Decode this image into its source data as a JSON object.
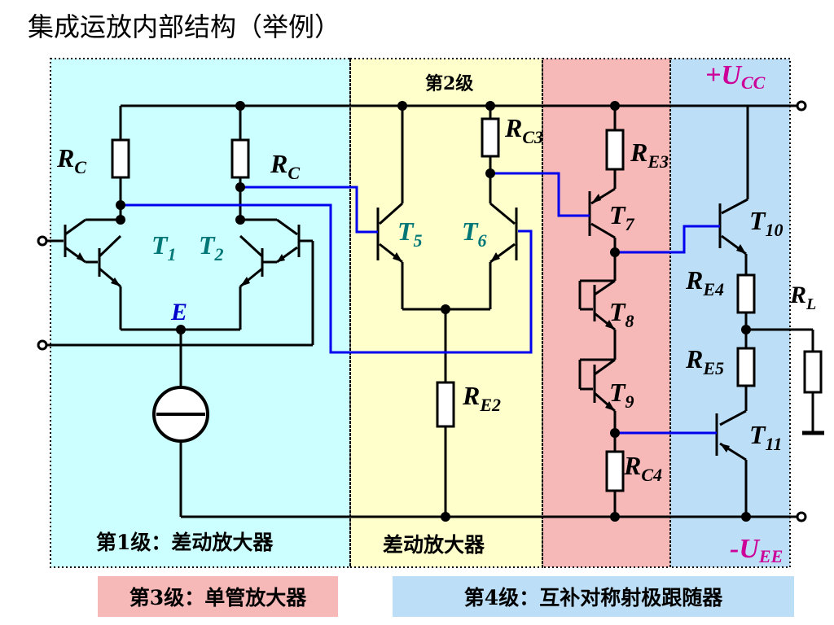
{
  "title": "集成运放内部结构（举例）",
  "stages": {
    "stage1": "第1级：差动放大器",
    "stage2_top": "第2级",
    "stage2_bottom": "差动放大器",
    "stage3": "第3级：单管放大器",
    "stage4": "第4级：互补对称射极跟随器"
  },
  "supply": {
    "positive": "+U",
    "positive_sub": "CC",
    "negative": "-U",
    "negative_sub": "EE"
  },
  "components": {
    "rc_left": {
      "main": "R",
      "sub": "C"
    },
    "rc_right": {
      "main": "R",
      "sub": "C"
    },
    "rc3": {
      "main": "R",
      "sub": "C3"
    },
    "re2": {
      "main": "R",
      "sub": "E2"
    },
    "re3": {
      "main": "R",
      "sub": "E3"
    },
    "rc4": {
      "main": "R",
      "sub": "C4"
    },
    "re4": {
      "main": "R",
      "sub": "E4"
    },
    "re5": {
      "main": "R",
      "sub": "E5"
    },
    "rl": {
      "main": "R",
      "sub": "L"
    },
    "t1": {
      "main": "T",
      "sub": "1"
    },
    "t2": {
      "main": "T",
      "sub": "2"
    },
    "t5": {
      "main": "T",
      "sub": "5"
    },
    "t6": {
      "main": "T",
      "sub": "6"
    },
    "t7": {
      "main": "T",
      "sub": "7"
    },
    "t8": {
      "main": "T",
      "sub": "8"
    },
    "t9": {
      "main": "T",
      "sub": "9"
    },
    "t10": {
      "main": "T",
      "sub": "10"
    },
    "t11": {
      "main": "T",
      "sub": "11"
    },
    "e": {
      "main": "E"
    }
  },
  "colors": {
    "stage1_bg": "#ccffff",
    "stage2_bg": "#ffffcc",
    "stage3_bg": "#f7b8b8",
    "stage4_bg": "#bcdff7",
    "wire": "#000000",
    "signal_wire": "#0000ee",
    "transistor_label": "#007777",
    "supply_label": "#cc0099",
    "node_label": "#0000cc"
  }
}
